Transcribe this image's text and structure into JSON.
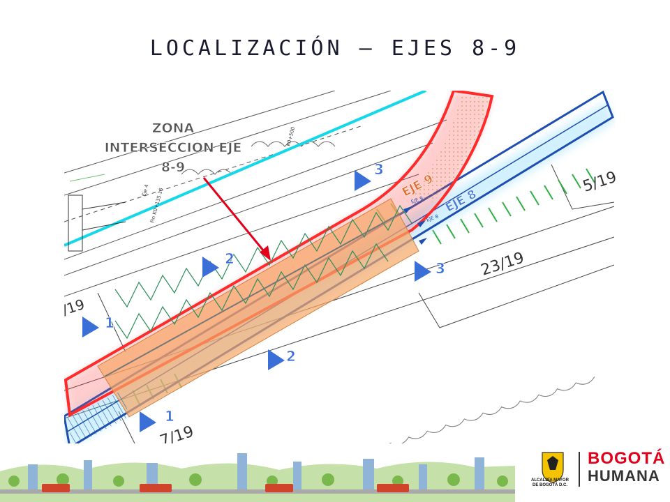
{
  "title": "LOCALIZACIÓN – EJES 8-9",
  "zone_label": {
    "line1": "ZONA",
    "line2": "INTERSECCION EJE",
    "line3": "8-9"
  },
  "axis_labels": {
    "eje9": "EJE 9",
    "eje8": "EJE 8"
  },
  "section_markers": [
    {
      "id": "1-top",
      "label": "1"
    },
    {
      "id": "1-bottom",
      "label": "1"
    },
    {
      "id": "2-top",
      "label": "2"
    },
    {
      "id": "2-bottom",
      "label": "2"
    },
    {
      "id": "3-top",
      "label": "3"
    },
    {
      "id": "3-bottom",
      "label": "3"
    }
  ],
  "lot_labels": {
    "lot_5_19": "5/19",
    "lot_23_19": "23/19",
    "lot_19": "/19",
    "lot_7_19": "7/19"
  },
  "small_plan_text": {
    "k0": "K0+500",
    "eje4": "Eje 4",
    "eje4_sub": "Fin K0+135.16",
    "eje8_small": "EJE 8",
    "eje9_small": "EJE 9"
  },
  "logos": {
    "escudo_caption_1": "ALCALDÍA MAYOR",
    "escudo_caption_2": "DE BOGOTÁ D.C.",
    "bogota": "BOGOTÁ",
    "humana": "HUMANA"
  },
  "colors": {
    "title_text": "#1a1a2e",
    "zone_text": "#555555",
    "axis_label": "#4a7cd8",
    "eje9_label": "#e86a2c",
    "marker_fill": "#3a6fd8",
    "pointer_arrow": "#e3001b",
    "red_outline": "#ff2a2a",
    "blue_outline": "#1e4fb0",
    "cyan_line": "#12d8e8",
    "orange_band": "#f6a868"
  }
}
